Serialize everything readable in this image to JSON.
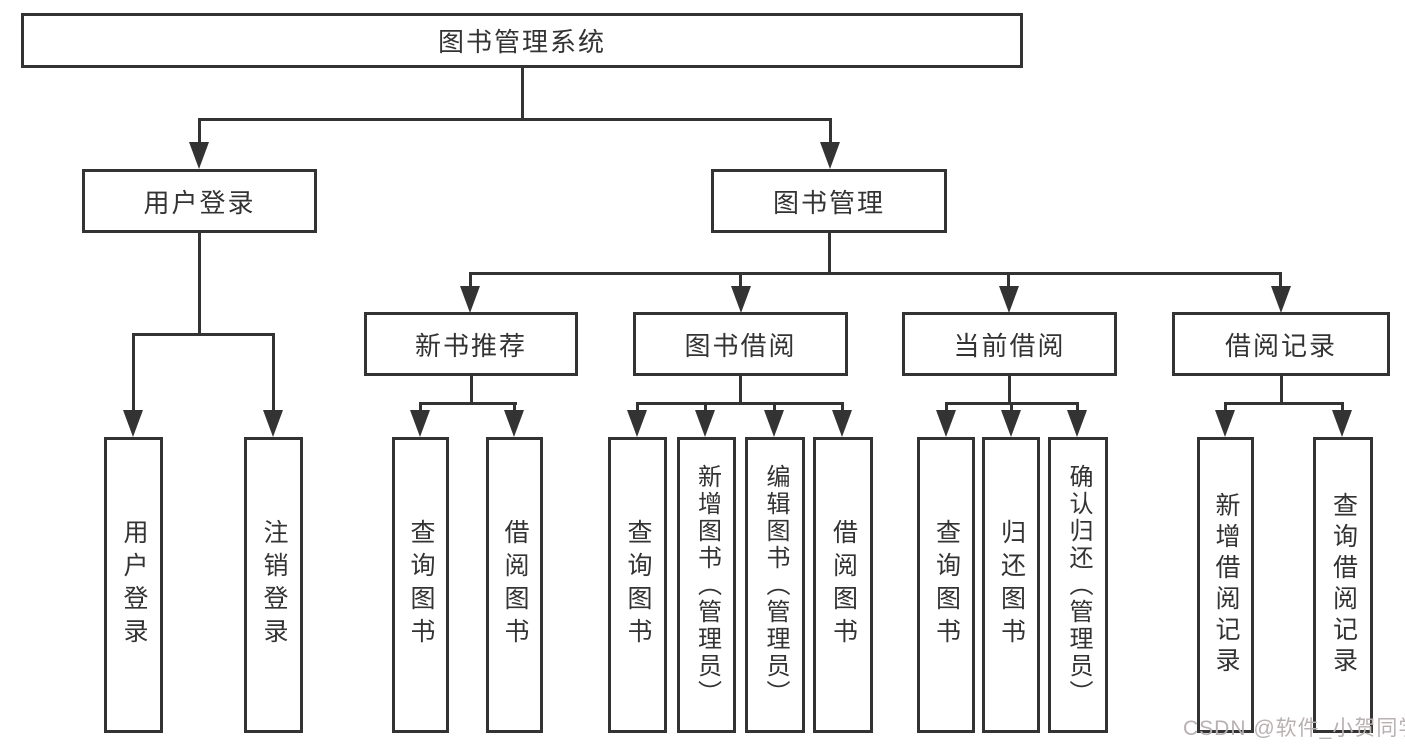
{
  "diagram": {
    "type": "hierarchy-flowchart",
    "colors": {
      "line": "#333333",
      "text": "#333333",
      "background": "#ffffff",
      "watermark_text": "#b9b1b1"
    },
    "tree": {
      "root": "图书管理系统",
      "children": [
        {
          "label": "用户登录",
          "leaves": [
            "用户登录",
            "注销登录"
          ]
        },
        {
          "label": "图书管理",
          "children": [
            {
              "label": "新书推荐",
              "leaves": [
                "查询图书",
                "借阅图书"
              ]
            },
            {
              "label": "图书借阅",
              "leaves": [
                "查询图书",
                "新增图书（管理员）",
                "编辑图书（管理员）",
                "借阅图书"
              ]
            },
            {
              "label": "当前借阅",
              "leaves": [
                "查询图书",
                "归还图书",
                "确认归还（管理员）"
              ]
            },
            {
              "label": "借阅记录",
              "leaves": [
                "新增借阅记录",
                "查询借阅记录"
              ]
            }
          ]
        }
      ]
    },
    "watermark": "CSDN @软件_小贺同学"
  }
}
